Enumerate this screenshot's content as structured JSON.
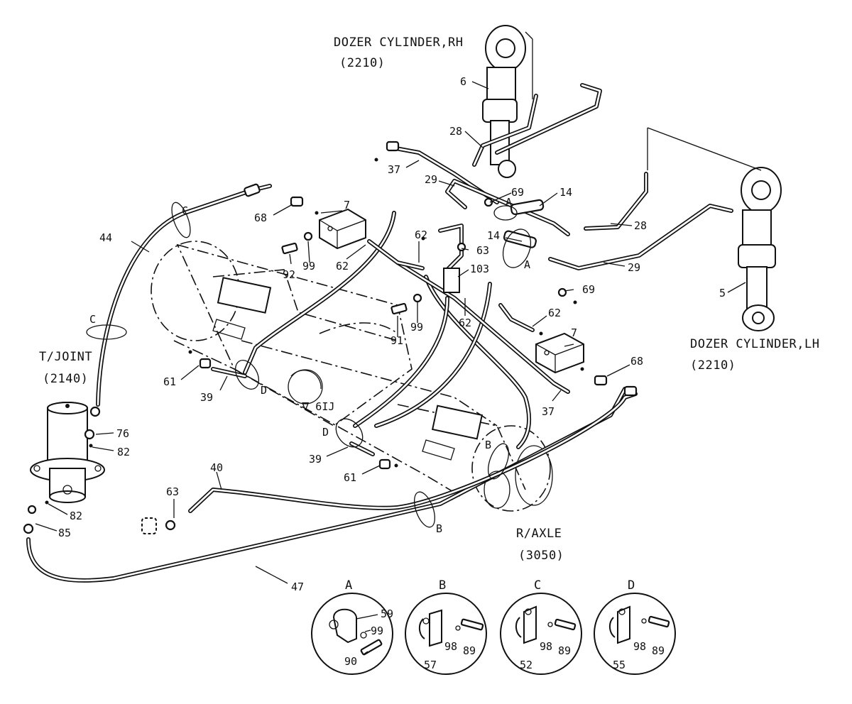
{
  "assemblies": {
    "dozer_rh": {
      "name": "DOZER CYLINDER,RH",
      "ref": "(2210)"
    },
    "dozer_lh": {
      "name": "DOZER CYLINDER,LH",
      "ref": "(2210)"
    },
    "t_joint": {
      "name": "T/JOINT",
      "ref": "(2140)"
    },
    "r_axle": {
      "name": "R/AXLE",
      "ref": "(3050)"
    }
  },
  "callouts": {
    "c6": "6",
    "c5": "5",
    "c28a": "28",
    "c28b": "28",
    "c37a": "37",
    "c37b": "37",
    "c29a": "29",
    "c29b": "29",
    "c69a": "69",
    "c69b": "69",
    "c14a": "14",
    "c14b": "14",
    "c68a": "68",
    "c68b": "68",
    "c7a": "7",
    "c7b": "7",
    "c44": "44",
    "c62a": "62",
    "c62b": "62",
    "c62c": "62",
    "c62d": "62",
    "c63a": "63",
    "c63b": "63",
    "c103": "103",
    "c92": "92",
    "c99a": "99",
    "c99b": "99",
    "c91": "91",
    "c61a": "61",
    "c61b": "61",
    "c39a": "39",
    "c39b": "39",
    "c40": "40",
    "c47": "47",
    "c76": "76",
    "c82a": "82",
    "c82b": "82",
    "c85": "85"
  },
  "section_marks": {
    "a1": "A",
    "a2": "A",
    "b1": "B",
    "b2": "B",
    "c1": "C",
    "c2": "C",
    "d1": "D",
    "d2": "D"
  },
  "details": [
    {
      "letter": "A",
      "labels": [
        "59",
        "99",
        "90"
      ]
    },
    {
      "letter": "B",
      "labels": [
        "57",
        "98",
        "89"
      ]
    },
    {
      "letter": "C",
      "labels": [
        "52",
        "98",
        "89"
      ]
    },
    {
      "letter": "D",
      "labels": [
        "55",
        "98",
        "89"
      ]
    }
  ]
}
